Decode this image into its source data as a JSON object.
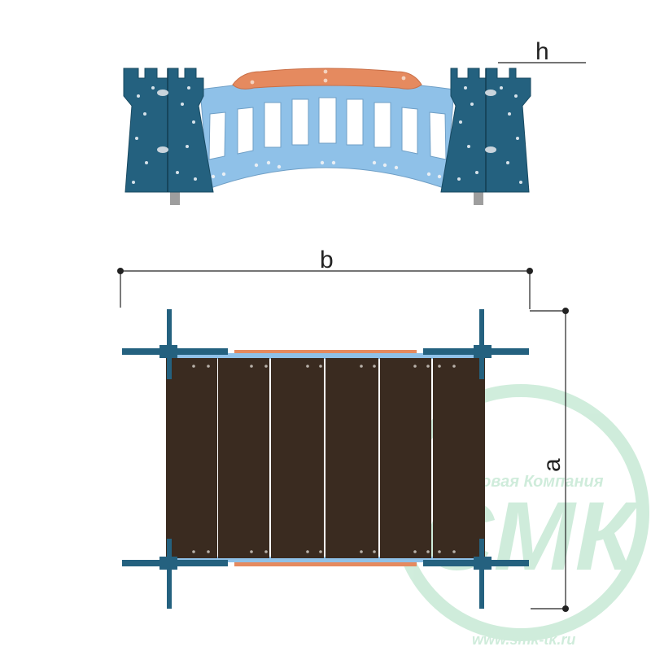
{
  "dimensions": {
    "height_label": "h",
    "width_label": "b",
    "depth_label": "a"
  },
  "watermark": {
    "company_text": "Торговая Компания",
    "logo_text": "СМК",
    "url": "www.smk-tk.ru"
  },
  "colors": {
    "tower": "#24617f",
    "tower_dark": "#1d4f68",
    "bridge": "#8fc1e8",
    "handrail": "#e58a5f",
    "deck": "#3a2b20",
    "post": "#9e9e9e",
    "dimension_line": "#222222",
    "watermark": "#2bab5e"
  }
}
